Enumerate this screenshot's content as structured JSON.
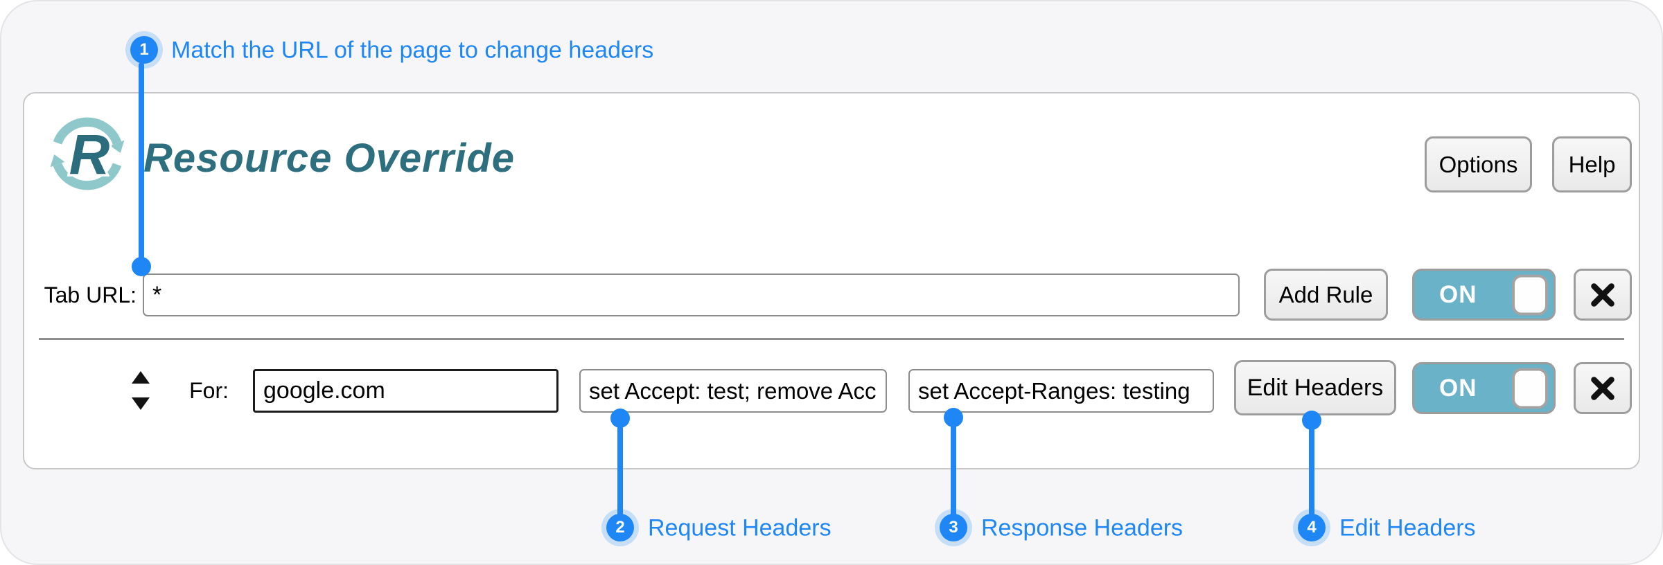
{
  "colors": {
    "accent_blue": "#1f87f5",
    "halo_blue": "rgba(31,135,245,0.22)",
    "toggle_teal": "#6ab2c8",
    "brand_teal": "#2d6f7e",
    "logo_light_teal": "#8fc8ca",
    "panel_bg": "#f6f6f8",
    "card_bg": "#ffffff"
  },
  "header": {
    "title": "Resource Override",
    "logo_letter": "R",
    "options_button": "Options",
    "help_button": "Help"
  },
  "tab_rule": {
    "label": "Tab URL:",
    "url_value": "*",
    "add_rule_button": "Add Rule",
    "toggle_state": "ON"
  },
  "override_rule": {
    "label": "For:",
    "match_url": "google.com",
    "request_headers": "set Accept: test; remove Acc",
    "response_headers": "set Accept-Ranges: testing",
    "edit_headers_button": "Edit Headers",
    "toggle_state": "ON"
  },
  "callouts": [
    {
      "number": "1",
      "label": "Match the URL of the page to change headers"
    },
    {
      "number": "2",
      "label": "Request Headers"
    },
    {
      "number": "3",
      "label": "Response Headers"
    },
    {
      "number": "4",
      "label": "Edit Headers"
    }
  ],
  "icons": {
    "logo": "refresh-arrows-with-R",
    "close": "x-mark",
    "sort": "up-down-triangles",
    "toggle_knob": "switch-knob"
  }
}
